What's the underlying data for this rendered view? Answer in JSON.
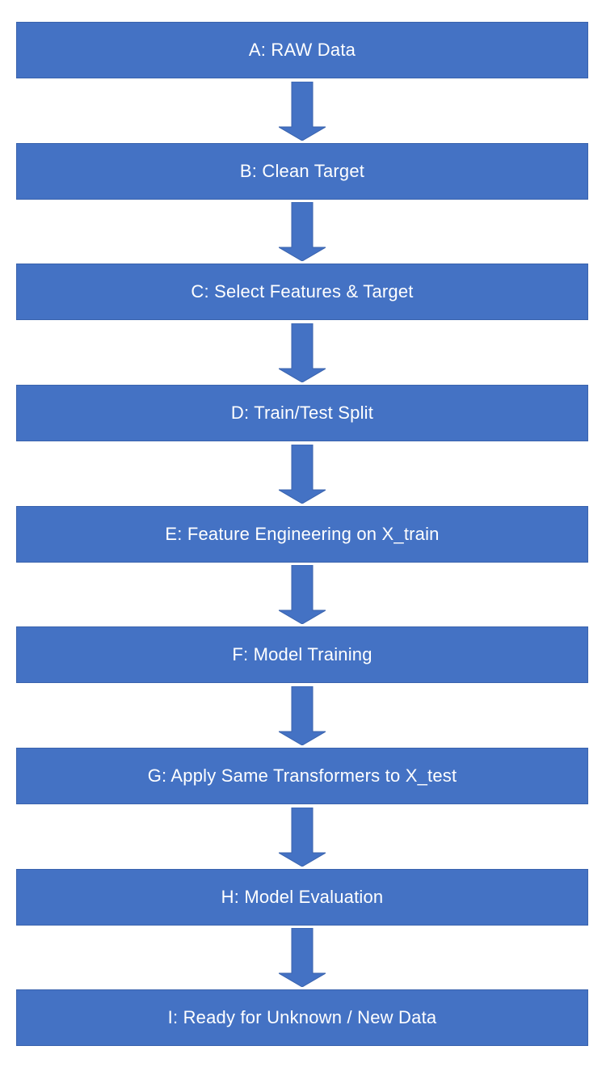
{
  "diagram": {
    "accent_color": "#4472C4",
    "steps": [
      {
        "label": "A: RAW Data"
      },
      {
        "label": "B: Clean Target"
      },
      {
        "label": "C: Select Features & Target"
      },
      {
        "label": "D: Train/Test Split"
      },
      {
        "label": "E: Feature Engineering on X_train"
      },
      {
        "label": "F: Model Training"
      },
      {
        "label": "G: Apply Same Transformers to X_test"
      },
      {
        "label": "H: Model Evaluation"
      },
      {
        "label": "I: Ready for Unknown / New Data"
      }
    ]
  }
}
